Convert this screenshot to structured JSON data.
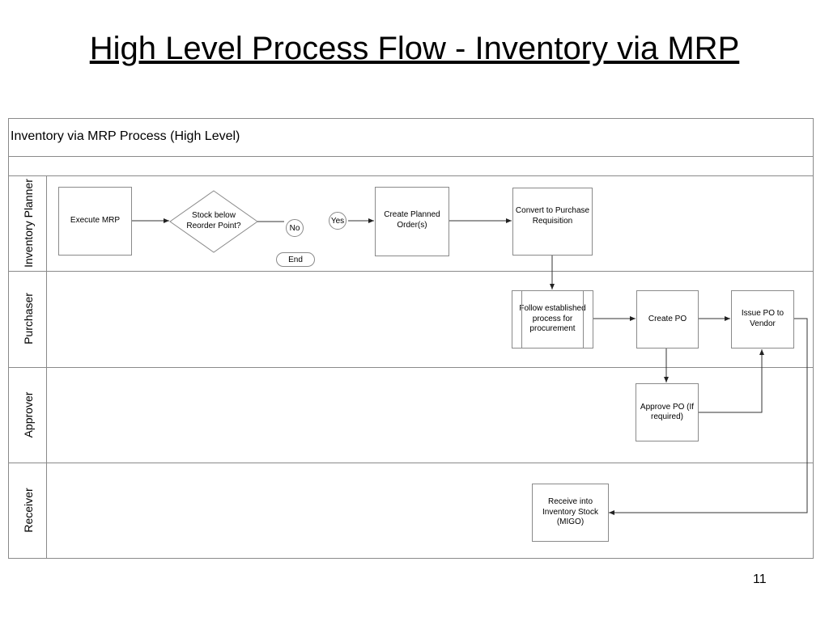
{
  "slide": {
    "title": "High Level Process Flow - Inventory via MRP",
    "page_number": "11"
  },
  "pool": {
    "title": "Inventory via MRP Process (High Level)"
  },
  "lanes": {
    "inventory_planner": "Inventory Planner",
    "purchaser": "Purchaser",
    "approver": "Approver",
    "receiver": "Receiver"
  },
  "steps": {
    "execute_mrp": "Execute MRP",
    "stock_decision": "Stock below Reorder Point?",
    "yes": "Yes",
    "no": "No",
    "end": "End",
    "create_planned_orders": "Create Planned Order(s)",
    "convert_requisition": "Convert to Purchase Requisition",
    "follow_process": "Follow established process for procurement",
    "create_po": "Create PO",
    "issue_po": "Issue PO to Vendor",
    "approve_po": "Approve PO (If required)",
    "receive_inventory": "Receive into Inventory Stock (MIGO)"
  },
  "colors": {
    "line": "#8a8a8a",
    "arrow": "#333333"
  }
}
